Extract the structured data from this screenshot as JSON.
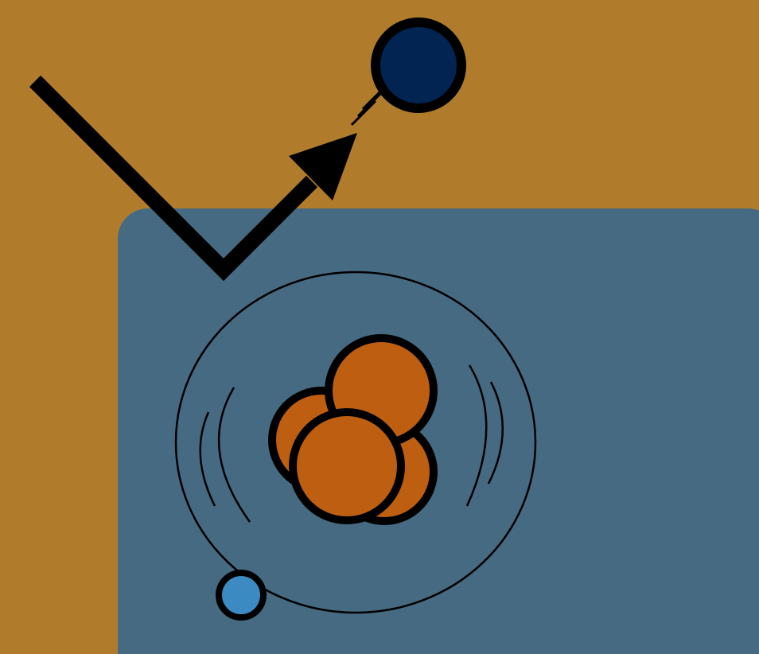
{
  "diagram": {
    "background": "#b07c2c",
    "panel_color": "#466a82",
    "outgoing_particle_color": "#012452",
    "electron_color": "#3b8bc2",
    "nucleon_color": "#be5e10",
    "stroke_color": "#000000",
    "nucleon_count": 4,
    "elements": [
      "incoming-ray",
      "reflected-arrow",
      "outgoing-particle",
      "atom-nucleus",
      "electron-orbit",
      "orbiting-electron"
    ]
  }
}
